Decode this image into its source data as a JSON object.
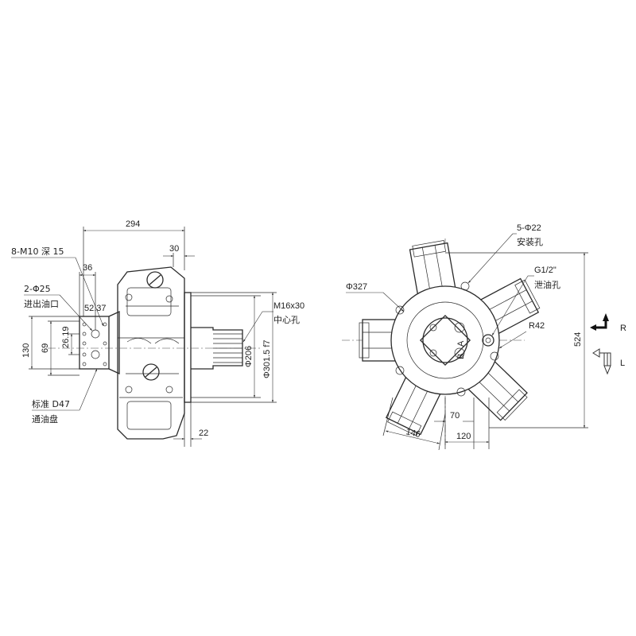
{
  "left_view": {
    "dim_294": "294",
    "dim_30": "30",
    "dim_8m10": "8-M10 深 15",
    "dim_36": "36",
    "dim_2phi25": "2-Φ25",
    "label_inlet": "进出油口",
    "dim_5237": "52.37",
    "dim_2619": "26.19",
    "dim_69": "69",
    "dim_130": "130",
    "dim_m16": "M16x30",
    "label_center_hole": "中心孔",
    "dim_phi206": "Φ206",
    "dim_phi3015": "Φ301.5 f7",
    "dim_d47": "标准 D47",
    "label_plate": "通油盘",
    "dim_22": "22"
  },
  "right_view": {
    "dim_5phi22": "5-Φ22",
    "label_mount": "安装孔",
    "dim_g12": "G1/2\"",
    "label_drain": "泄油孔",
    "dim_phi327": "Φ327",
    "dim_r42": "R42",
    "dim_524": "524",
    "dim_70": "70",
    "dim_146": "146",
    "dim_120": "120",
    "port_b": "B",
    "port_a": "A",
    "label_r": "R",
    "label_l": "L"
  }
}
